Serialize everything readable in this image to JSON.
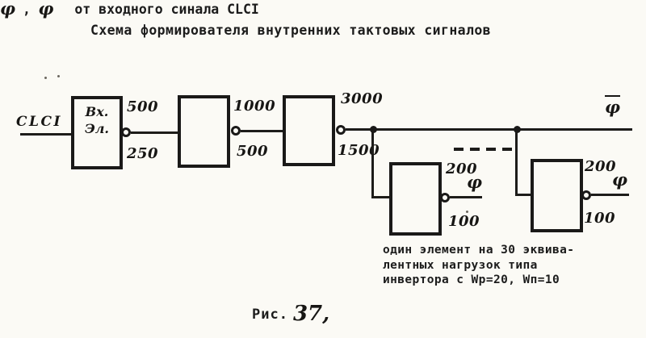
{
  "title": {
    "line1": "Схема формирователя внутренних тактовых сигналов",
    "phi": "φ",
    "comma": ",",
    "phi_bar": "φ",
    "line2_rest": "от входного синала CLCI"
  },
  "input_signal": "CLCI",
  "blocks": {
    "input_element": {
      "label_line1": "Вх.",
      "label_line2": "Эл.",
      "top_value": "500",
      "bottom_value": "250"
    },
    "stage2": {
      "top_value": "1000",
      "bottom_value": "500"
    },
    "stage3": {
      "top_value": "3000",
      "bottom_value": "1500"
    },
    "inverter_left": {
      "top_value": "200",
      "bottom_value": "100",
      "output_label": "φ"
    },
    "inverter_right": {
      "top_value": "200",
      "bottom_value": "100",
      "output_label": "φ"
    }
  },
  "outputs": {
    "phi_bar": "φ"
  },
  "note": {
    "line1": "один элемент на 30 эквива-",
    "line2": "лентных нагрузок типа",
    "line3": "инвертора с Wp=20, Wп=10"
  },
  "caption": {
    "prefix": "Рис.",
    "number": "37,"
  }
}
